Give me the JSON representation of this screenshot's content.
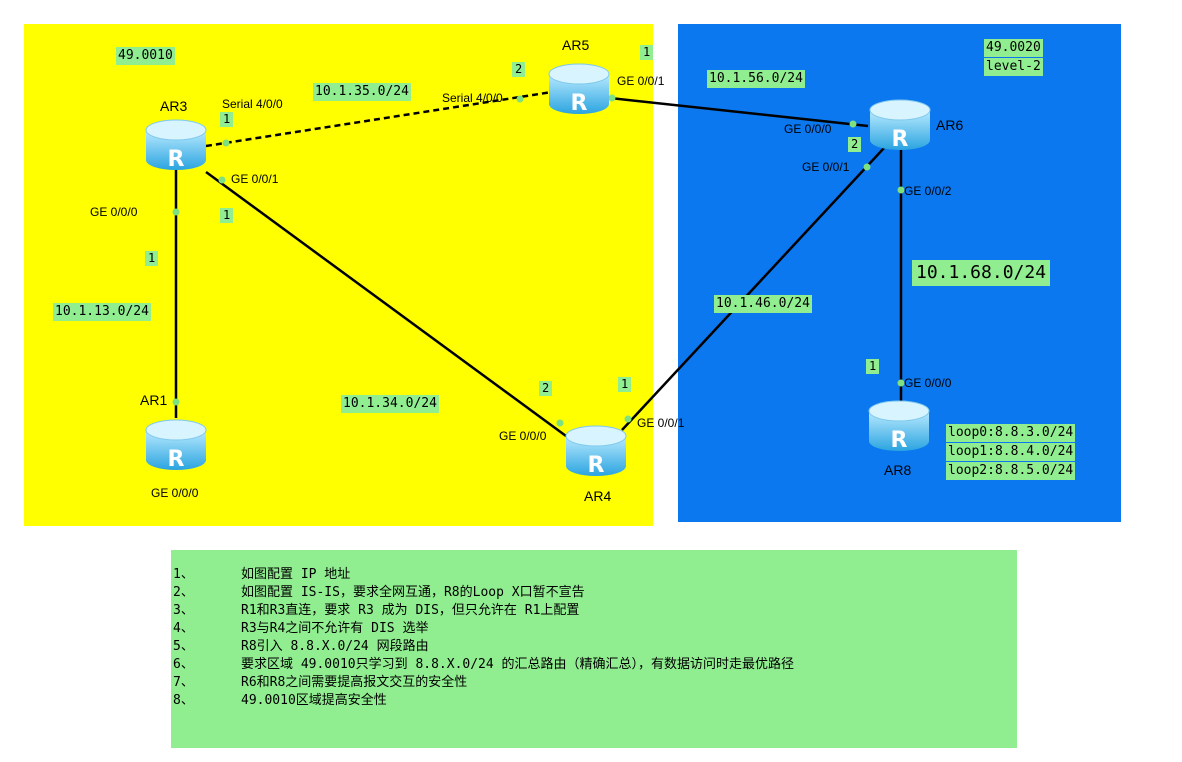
{
  "areas": {
    "yellow": {
      "name": "49.0010",
      "color": "#ffff00"
    },
    "blue": {
      "name": "49.0020",
      "level": "level-2",
      "color": "#0b78f0"
    }
  },
  "routers": {
    "ar1": "AR1",
    "ar3": "AR3",
    "ar4": "AR4",
    "ar5": "AR5",
    "ar6": "AR6",
    "ar8": "AR8"
  },
  "networks": {
    "n13": "10.1.13.0/24",
    "n35": "10.1.35.0/24",
    "n34": "10.1.34.0/24",
    "n56": "10.1.56.0/24",
    "n46": "10.1.46.0/24",
    "n68": "10.1.68.0/24"
  },
  "loopbacks": [
    "loop0:8.8.3.0/24",
    "loop1:8.8.4.0/24",
    "loop2:8.8.5.0/24"
  ],
  "interfaces": {
    "ar3_s400": "Serial 4/0/0",
    "ar5_s400": "Serial 4/0/0",
    "ar3_ge001": "GE 0/0/1",
    "ar3_ge000": "GE 0/0/0",
    "ar1_ge000": "GE 0/0/0",
    "ar5_ge001": "GE 0/0/1",
    "ar6_ge000": "GE 0/0/0",
    "ar6_ge001": "GE 0/0/1",
    "ar6_ge002": "GE 0/0/2",
    "ar4_ge000": "GE 0/0/0",
    "ar4_ge001": "GE 0/0/1",
    "ar8_ge000": "GE 0/0/0"
  },
  "host_ids": {
    "ar3_s": "1",
    "ar5_s": "2",
    "ar3_ge1": "1",
    "ar3_ge0": "1",
    "ar5_ge": "1",
    "ar6_ge1": "2",
    "ar4_ge0": "2",
    "ar4_ge1": "1",
    "ar8_ge": "1"
  },
  "tasks": [
    {
      "num": "1、",
      "text": "  如图配置 IP 地址"
    },
    {
      "num": "2、",
      "text": "  如图配置 IS-IS，要求全网互通，R8的Loop X口暂不宣告"
    },
    {
      "num": "3、",
      "text": "R1和R3直连，要求 R3 成为 DIS，但只允许在 R1上配置"
    },
    {
      "num": "4、",
      "text": "R3与R4之间不允许有 DIS 选举"
    },
    {
      "num": "5、",
      "text": "R8引入 8.8.X.0/24 网段路由"
    },
    {
      "num": "6、",
      "text": "要求区域 49.0010只学习到 8.8.X.0/24 的汇总路由（精确汇总），有数据访问时走最优路径"
    },
    {
      "num": "7、",
      "text": "R6和R8之间需要提高报文交互的安全性"
    },
    {
      "num": "8、",
      "text": " 49.0010区域提高安全性"
    }
  ]
}
